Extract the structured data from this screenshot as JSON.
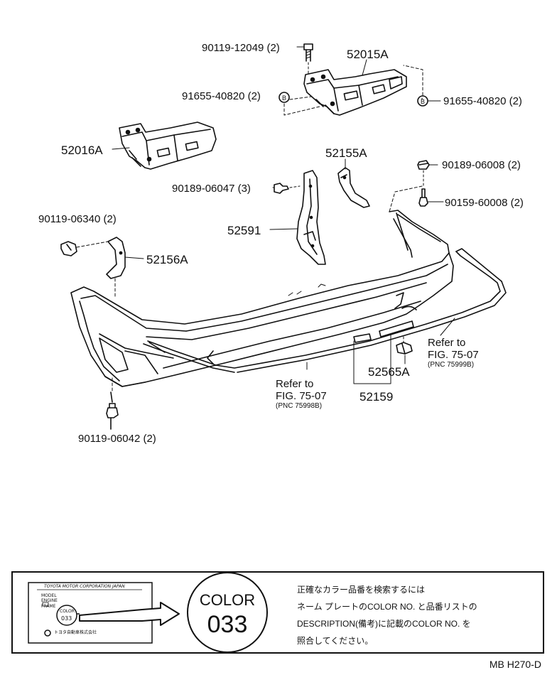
{
  "parts": {
    "p1": "90119-12049 (2)",
    "p2": "52015A",
    "p3": "91655-40820 (2)",
    "p4": "91655-40820 (2)",
    "p5": "52016A",
    "p6": "52155A",
    "p7": "90189-06008 (2)",
    "p8": "90189-06047 (3)",
    "p9": "90159-60008 (2)",
    "p10": "90119-06340 (2)",
    "p11": "52591",
    "p12": "52156A",
    "p13": "52565A",
    "p14": "52159",
    "p15": "90119-06042 (2)"
  },
  "refs": {
    "right": {
      "line1": "Refer to",
      "line2": "FIG. 75-07",
      "pnc": "(PNC 75998B)"
    },
    "left": {
      "line1": "Refer to",
      "line2": "FIG. 75-07",
      "pnc": "(PNC 75999B)"
    }
  },
  "plate": {
    "maker": "TOYOTA MOTOR CORPORATION JAPAN",
    "model": "MODEL",
    "engine": "ENGINE",
    "frame": "FRAME",
    "color": "COLOR",
    "color_code": "033",
    "japanese": "トヨタ自動車株式会社"
  },
  "color_badge": {
    "label": "COLOR",
    "code": "033"
  },
  "note": [
    "正確なカラー品番を検索するには",
    "ネーム プレートのCOLOR NO. と品番リストの",
    "DESCRIPTION(備考)に記載のCOLOR NO. を",
    "照合してください。"
  ],
  "catalog_code": "MB H270-D"
}
